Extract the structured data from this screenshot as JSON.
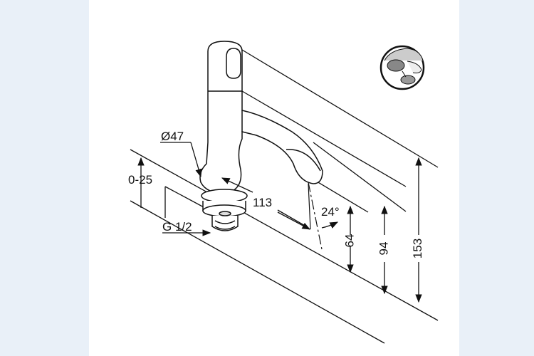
{
  "dimensions": {
    "diameter": "Ø47",
    "offset_range": "0-25",
    "thread": "G 1/2",
    "reach": "113",
    "angle": "24°",
    "height_outlet": "64",
    "height_spout_top": "94",
    "height_total": "153"
  },
  "colors": {
    "background": "#e9f0f8",
    "sheet": "#ffffff",
    "line": "#111111",
    "detail_fill": "#bdbdbd"
  },
  "icons": {
    "aerator_detail": "aerator-removal-detail-icon"
  }
}
